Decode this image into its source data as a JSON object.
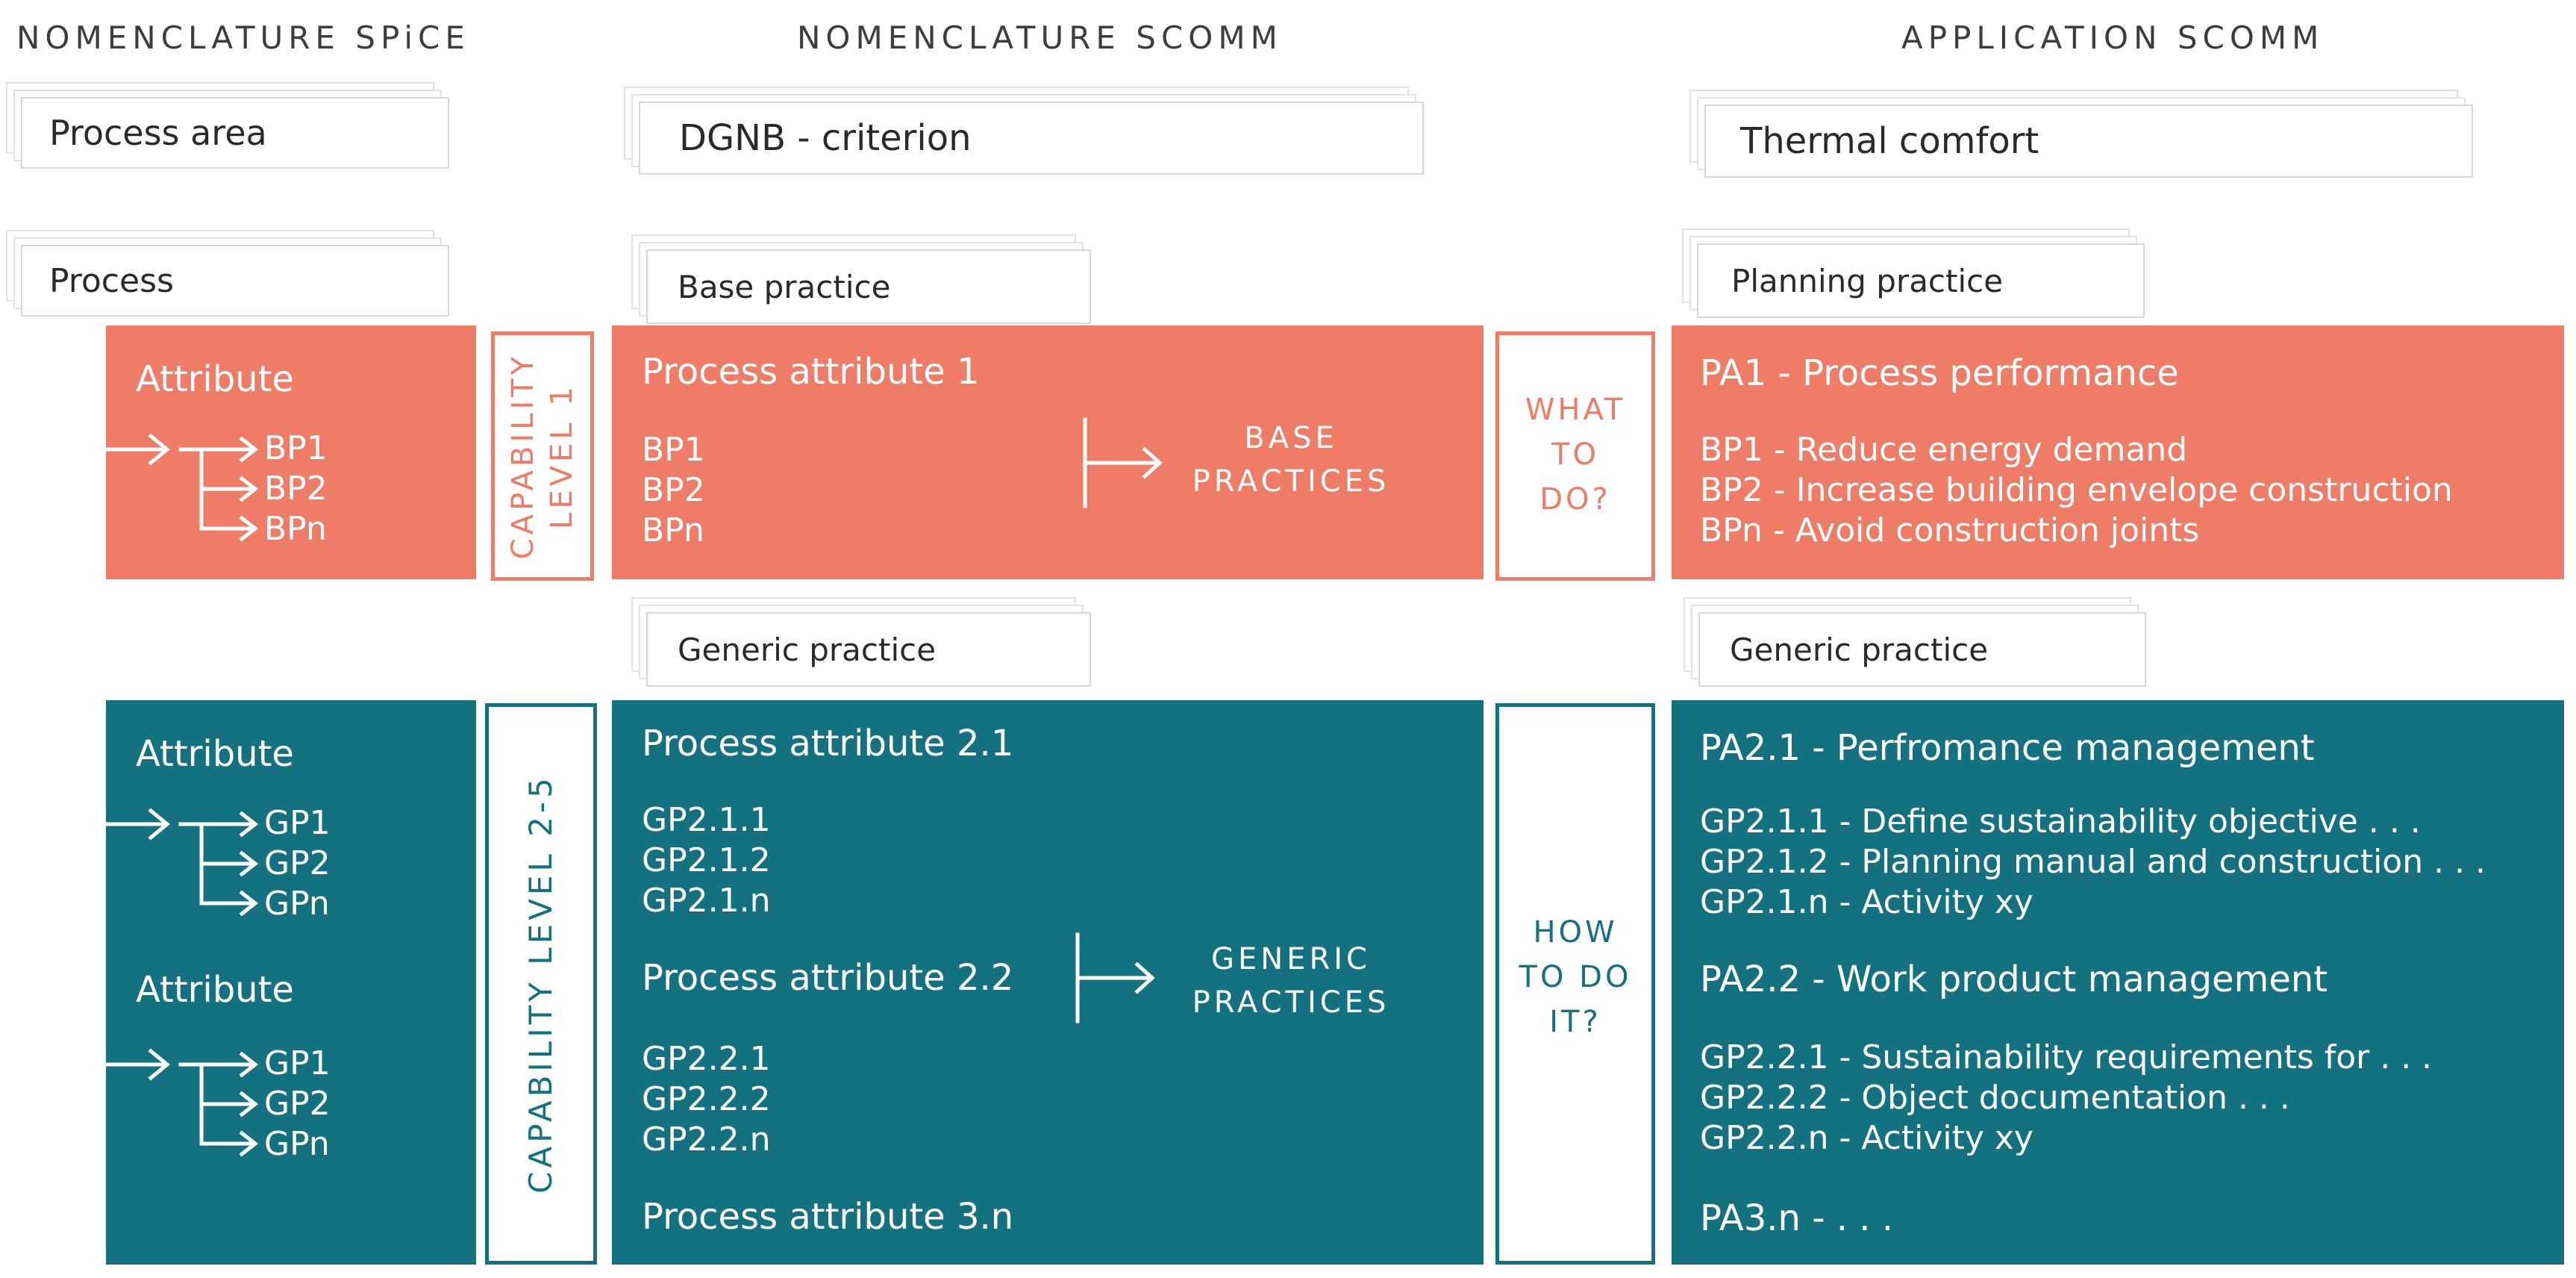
{
  "headers": {
    "spice": "NOMENCLATURE SPiCE",
    "scomm": "NOMENCLATURE SCOMM",
    "application": "APPLICATION SCOMM"
  },
  "spice": {
    "process_area": "Process area",
    "process": "Process",
    "level1": {
      "attribute": "Attribute",
      "bp1": "BP1",
      "bp2": "BP2",
      "bpn": "BPn"
    },
    "level2": {
      "attribute_a": "Attribute",
      "gp1_a": "GP1",
      "gp2_a": "GP2",
      "gpn_a": "GPn",
      "attribute_b": "Attribute",
      "gp1_b": "GP1",
      "gp2_b": "GP2",
      "gpn_b": "GPn"
    }
  },
  "capability": {
    "level1_line1": "CAPABILITY",
    "level1_line2": "LEVEL 1",
    "level25": "CAPABILITY LEVEL 2-5"
  },
  "scomm": {
    "criterion": "DGNB - criterion",
    "base_practice": "Base practice",
    "generic_practice": "Generic practice",
    "level1": {
      "title": "Process attribute 1",
      "bp1": "BP1",
      "bp2": "BP2",
      "bpn": "BPn",
      "label_line1": "BASE",
      "label_line2": "PRACTICES"
    },
    "level2": {
      "pa21": "Process attribute 2.1",
      "gp211": "GP2.1.1",
      "gp212": "GP2.1.2",
      "gp21n": "GP2.1.n",
      "pa22": "Process attribute 2.2",
      "gp221": "GP2.2.1",
      "gp222": "GP2.2.2",
      "gp22n": "GP2.2.n",
      "pa3n": "Process attribute 3.n",
      "label_line1": "GENERIC",
      "label_line2": "PRACTICES"
    }
  },
  "questions": {
    "what": [
      "WHAT",
      "TO",
      "DO?"
    ],
    "how": [
      "HOW",
      "TO DO",
      "IT?"
    ]
  },
  "application": {
    "criterion": "Thermal comfort",
    "planning_practice": "Planning practice",
    "generic_practice": "Generic practice",
    "level1": {
      "pa1": "PA1 - Process performance",
      "bp1": "BP1 - Reduce energy demand",
      "bp2": "BP2 - Increase building envelope construction",
      "bpn": "BPn - Avoid construction joints"
    },
    "level2": {
      "pa21": "PA2.1 - Perfromance management",
      "gp211": "GP2.1.1 - Define sustainability objective . . .",
      "gp212": "GP2.1.2 - Planning manual and construction . . .",
      "gp21n": "GP2.1.n - Activity xy",
      "pa22": "PA2.2 - Work product management",
      "gp221": "GP2.2.1 - Sustainability requirements for . . .",
      "gp222": "GP2.2.2 - Object documentation . . .",
      "gp22n": "GP2.2.n - Activity xy",
      "pa3n": "PA3.n - . . ."
    }
  },
  "colors": {
    "salmon": "#ef7c66",
    "teal": "#137180",
    "frame_border": "#d6d6d6",
    "header_text": "#3d3d3d"
  }
}
